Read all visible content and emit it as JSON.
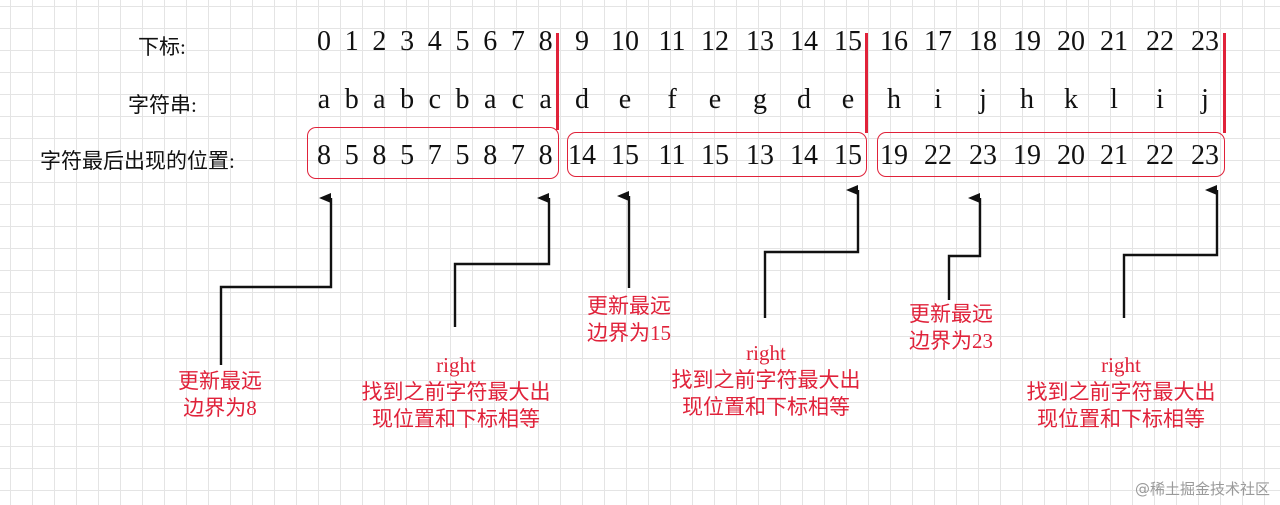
{
  "labels": {
    "index": "下标:",
    "string": "字符串:",
    "last_pos": "字符最后出现的位置:"
  },
  "indices": [
    "0",
    "1",
    "2",
    "3",
    "4",
    "5",
    "6",
    "7",
    "8",
    "9",
    "10",
    "11",
    "12",
    "13",
    "14",
    "15",
    "16",
    "17",
    "18",
    "19",
    "20",
    "21",
    "22",
    "23"
  ],
  "chars": [
    "a",
    "b",
    "a",
    "b",
    "c",
    "b",
    "a",
    "c",
    "a",
    "d",
    "e",
    "f",
    "e",
    "g",
    "d",
    "e",
    "h",
    "i",
    "j",
    "h",
    "k",
    "l",
    "i",
    "j"
  ],
  "last_positions": [
    "8",
    "5",
    "8",
    "5",
    "7",
    "5",
    "8",
    "7",
    "8",
    "14",
    "15",
    "11",
    "15",
    "13",
    "14",
    "15",
    "19",
    "22",
    "23",
    "19",
    "20",
    "21",
    "22",
    "23"
  ],
  "notes": {
    "update1": [
      "更新最远",
      "边界为8"
    ],
    "right1": [
      "right",
      "找到之前字符最大出",
      "现位置和下标相等"
    ],
    "update2": [
      "更新最远",
      "边界为15"
    ],
    "right2": [
      "right",
      "找到之前字符最大出",
      "现位置和下标相等"
    ],
    "update3": [
      "更新最远",
      "边界为23"
    ],
    "right3": [
      "right",
      "找到之前字符最大出",
      "现位置和下标相等"
    ]
  },
  "watermark": "@稀土掘金技术社区",
  "colors": {
    "accent": "#e0223a",
    "text": "#111111",
    "grid": "#e4e4e4"
  }
}
